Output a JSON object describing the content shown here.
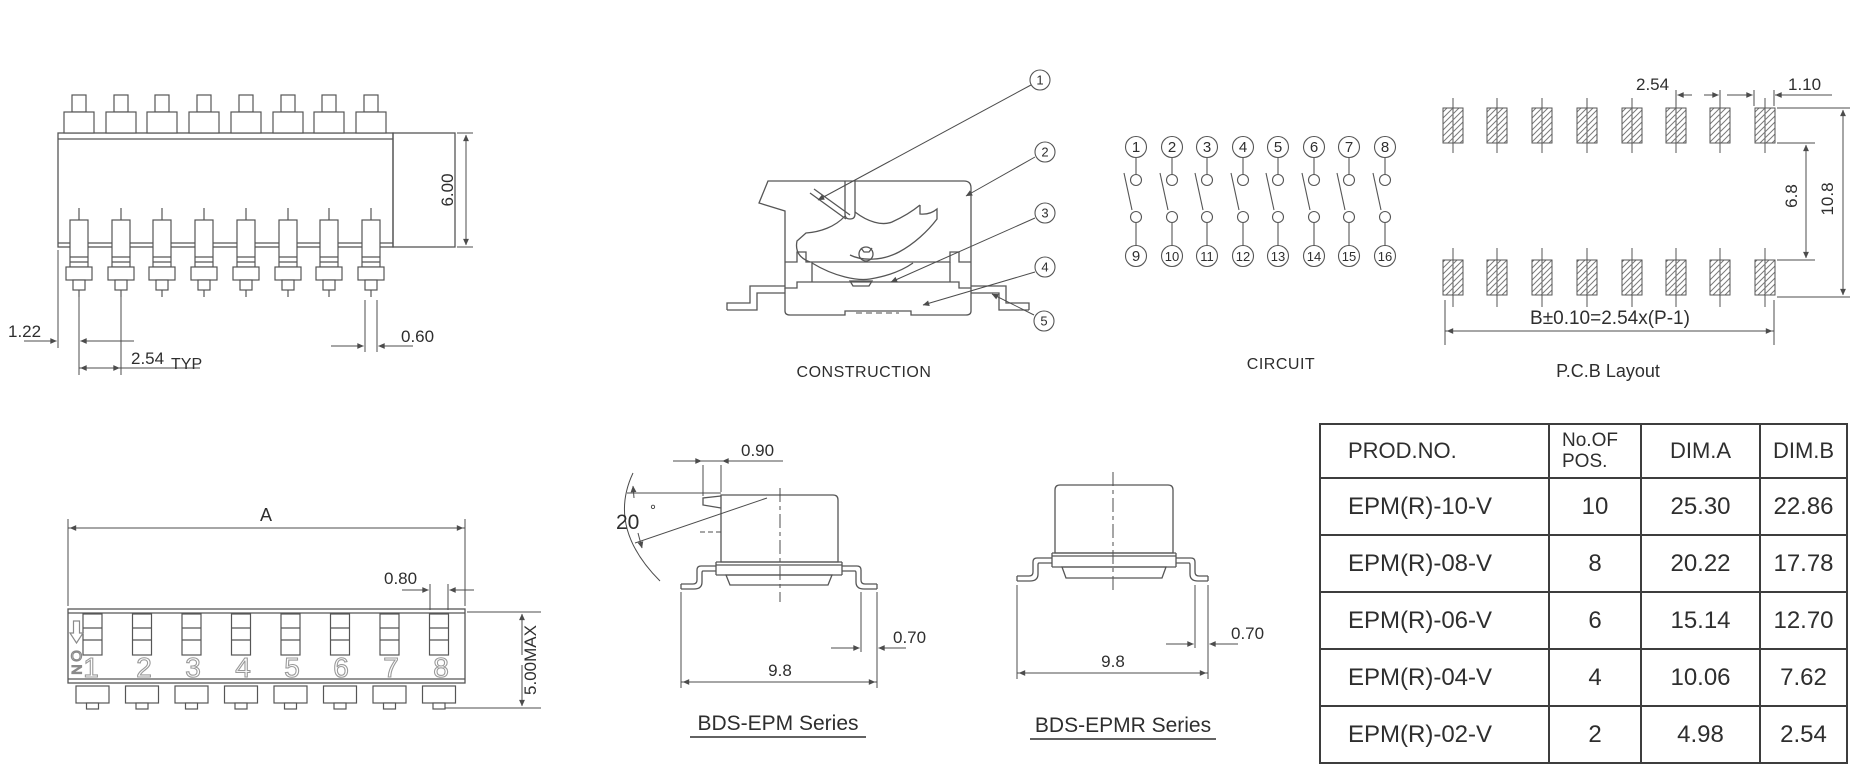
{
  "top_view": {
    "dims": {
      "height": "6.00",
      "left_offset": "1.22",
      "pitch": "2.54",
      "typ": "TYP",
      "pin_width": "0.60"
    }
  },
  "construction": {
    "label": "CONSTRUCTION",
    "callouts": [
      "1",
      "2",
      "3",
      "4",
      "5"
    ]
  },
  "circuit": {
    "label": "CIRCUIT",
    "top": [
      "1",
      "2",
      "3",
      "4",
      "5",
      "6",
      "7",
      "8"
    ],
    "bottom": [
      "9",
      "10",
      "11",
      "12",
      "13",
      "14",
      "15",
      "16"
    ]
  },
  "pcb": {
    "label": "P.C.B Layout",
    "dims": {
      "pitch": "2.54",
      "pad_width": "1.10",
      "inner": "6.8",
      "outer": "10.8",
      "span": "B±0.10=2.54x(P-1)"
    }
  },
  "front_view": {
    "dims": {
      "width": "A",
      "slider_width": "0.80",
      "height": "5.00MAX"
    },
    "positions": [
      "1",
      "2",
      "3",
      "4",
      "5",
      "6",
      "7",
      "8"
    ],
    "on": {
      "o": "O",
      "n": "N"
    }
  },
  "epm": {
    "label": "BDS-EPM Series",
    "dims": {
      "tip": "0.90",
      "angle": "20",
      "deg": "°",
      "width": "9.8",
      "foot": "0.70"
    }
  },
  "epmr": {
    "label": "BDS-EPMR Series",
    "dims": {
      "width": "9.8",
      "foot": "0.70"
    }
  },
  "table": {
    "headers": {
      "prod": "PROD.NO.",
      "pos1": "No.OF",
      "pos2": "POS.",
      "dim_a": "DIM.A",
      "dim_b": "DIM.B"
    },
    "rows": [
      {
        "prod": "EPM(R)-10-V",
        "pos": "10",
        "dim_a": "25.30",
        "dim_b": "22.86"
      },
      {
        "prod": "EPM(R)-08-V",
        "pos": "8",
        "dim_a": "20.22",
        "dim_b": "17.78"
      },
      {
        "prod": "EPM(R)-06-V",
        "pos": "6",
        "dim_a": "15.14",
        "dim_b": "12.70"
      },
      {
        "prod": "EPM(R)-04-V",
        "pos": "4",
        "dim_a": "10.06",
        "dim_b": "7.62"
      },
      {
        "prod": "EPM(R)-02-V",
        "pos": "2",
        "dim_a": "4.98",
        "dim_b": "2.54"
      }
    ]
  },
  "colors": {
    "line": "#565656",
    "text": "#2e2e2e",
    "light_digit": "#9a9a9a"
  }
}
